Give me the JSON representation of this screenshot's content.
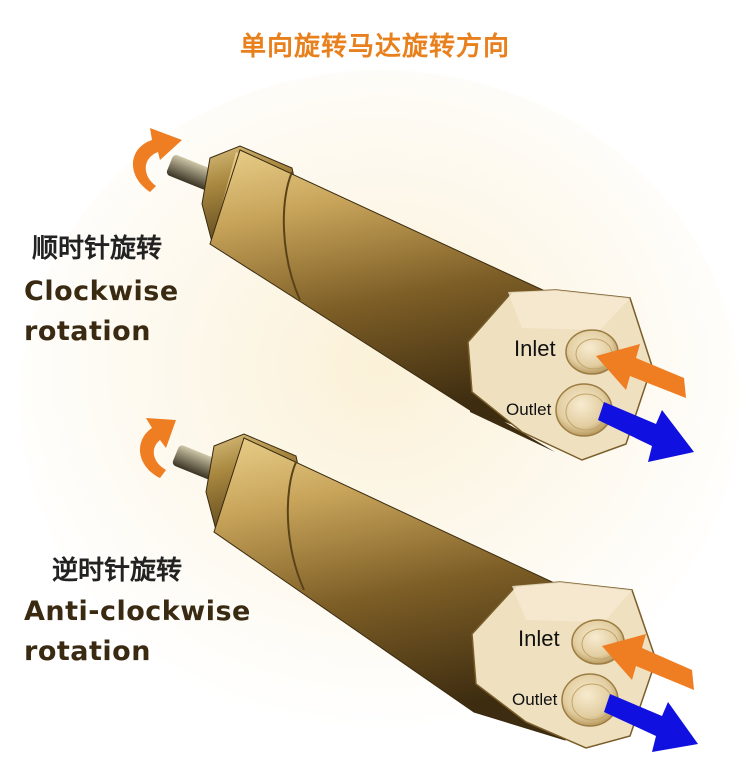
{
  "title": "单向旋转马达旋转方向",
  "motors": [
    {
      "direction_cn": "顺时针旋转",
      "direction_en_line1": "Clockwise",
      "direction_en_line2": "rotation",
      "inlet_label": "Inlet",
      "outlet_label": "Outlet"
    },
    {
      "direction_cn": "逆时针旋转",
      "direction_en_line1": "Anti-clockwise",
      "direction_en_line2": "rotation",
      "inlet_label": "Inlet",
      "outlet_label": "Outlet"
    }
  ],
  "colors": {
    "title": "#e8801e",
    "rotation_arrow": "#ef7d22",
    "inlet_arrow": "#ef7d22",
    "outlet_arrow": "#1010e0",
    "motor_body": "#a88744",
    "end_face": "#efe0c0"
  }
}
